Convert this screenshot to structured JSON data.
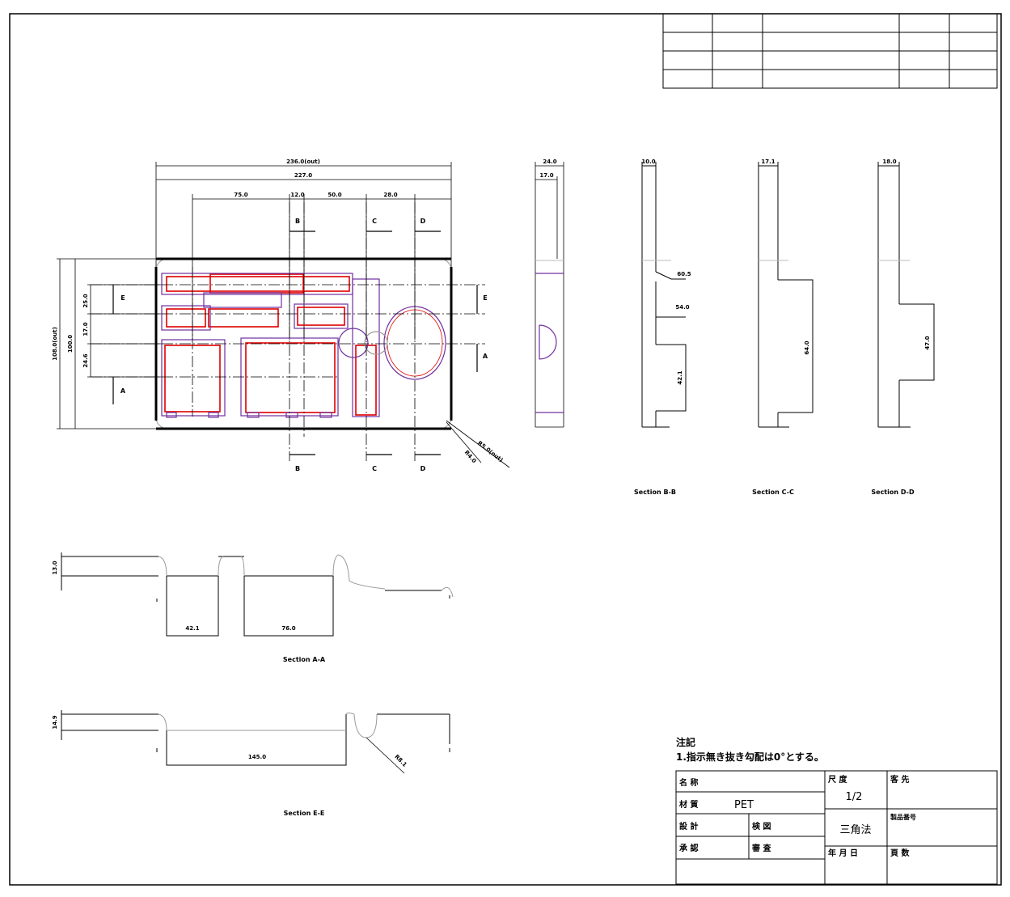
{
  "main_view": {
    "dims_top": [
      "236.0(out)",
      "227.0",
      "75.0",
      "12.0",
      "50.0",
      "28.0"
    ],
    "dims_left": [
      "108.0(out)",
      "100.0",
      "25.0",
      "17.0",
      "24.6"
    ],
    "dim_corner": [
      "R5.0(out)",
      "R4.0"
    ],
    "section_marks": {
      "b": "B",
      "c": "C",
      "d": "D",
      "e": "E",
      "a": "A"
    }
  },
  "side_view": {
    "dims": [
      "24.0",
      "17.0"
    ]
  },
  "section_bb": {
    "dims_top": "10.0",
    "dims": [
      "60.5",
      "54.0",
      "42.1"
    ],
    "caption": "Section B-B"
  },
  "section_cc": {
    "dims_top": "17.1",
    "dims": [
      "64.0"
    ],
    "caption": "Section C-C"
  },
  "section_dd": {
    "dims_top": "18.0",
    "dims": [
      "47.0"
    ],
    "caption": "Section D-D"
  },
  "section_aa": {
    "dims": [
      "13.0",
      "42.1",
      "76.0"
    ],
    "caption": "Section A-A"
  },
  "section_ee": {
    "dims": [
      "14.9",
      "145.0",
      "R8.1"
    ],
    "caption": "Section E-E"
  },
  "notes": {
    "title": "注記",
    "line1": "1.指示無き抜き勾配は0°とする。"
  },
  "title_block": {
    "name_label": "名 称",
    "material_label": "材 質",
    "material_value": "PET",
    "design_label": "設 計",
    "check_label": "検 図",
    "approve_label": "承 認",
    "check2_label": "審 査",
    "scale_label": "尺 度",
    "scale_value": "1/2",
    "method_value": "三角法",
    "date_label": "年 月 日",
    "customer_label": "客 先",
    "drawing_no_label": "製品番号",
    "page_label": "頁 数"
  }
}
